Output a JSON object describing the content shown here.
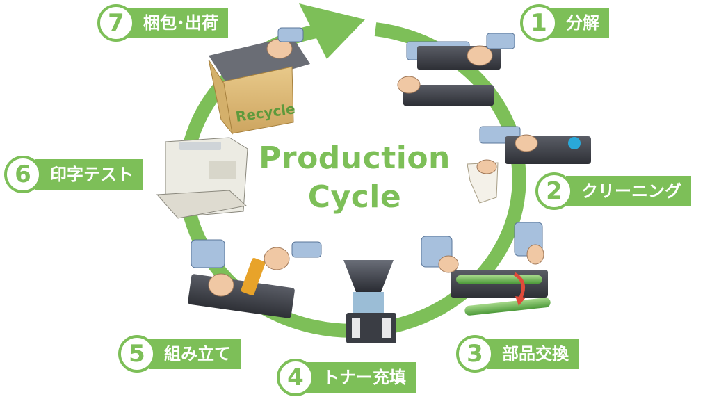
{
  "title": {
    "line1": "Production",
    "line2": "Cycle"
  },
  "steps": [
    {
      "num": "1",
      "label": "分解"
    },
    {
      "num": "2",
      "label": "クリーニング"
    },
    {
      "num": "3",
      "label": "部品交換"
    },
    {
      "num": "4",
      "label": "トナー充填"
    },
    {
      "num": "5",
      "label": "組み立て"
    },
    {
      "num": "6",
      "label": "印字テスト"
    },
    {
      "num": "7",
      "label": "梱包･出荷"
    }
  ],
  "box_logo_text": "Recycle",
  "colors": {
    "accent_green": "#7dbf58",
    "white": "#ffffff"
  }
}
